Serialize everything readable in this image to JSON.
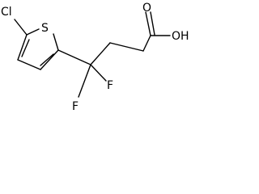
{
  "molecule": {
    "atoms": {
      "cl": "Cl",
      "s": "S",
      "o": "O",
      "oh": "OH",
      "f1": "F",
      "f2": "F"
    },
    "colors": {
      "bond": "#000000",
      "label": "#000000",
      "background": "#ffffff"
    }
  }
}
